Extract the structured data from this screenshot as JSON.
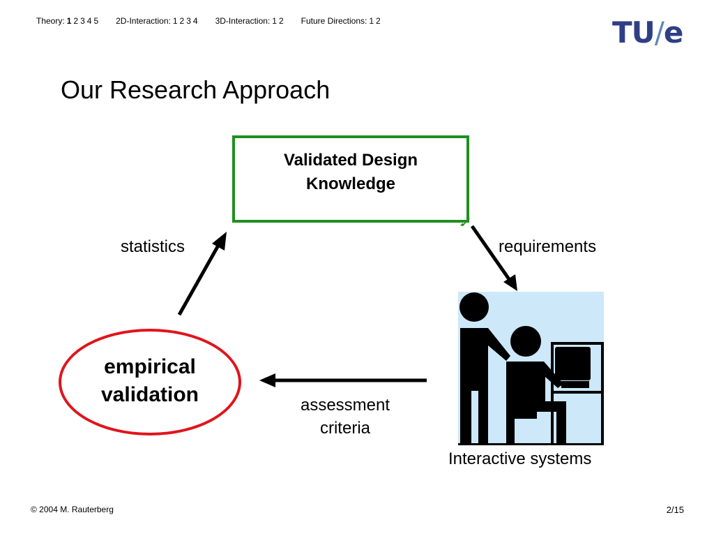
{
  "nav": [
    {
      "label": "Theory:",
      "items": [
        "1",
        "2",
        "3",
        "4",
        "5"
      ],
      "current": "1"
    },
    {
      "label": "2D-Interaction:",
      "items": [
        "1",
        "2",
        "3",
        "4"
      ],
      "current": null
    },
    {
      "label": "3D-Interaction:",
      "items": [
        "1",
        "2"
      ],
      "current": null
    },
    {
      "label": "Future Directions:",
      "items": [
        "1",
        "2"
      ],
      "current": null
    }
  ],
  "logo": {
    "left": "TU",
    "slash": "/",
    "right": "e"
  },
  "title": "Our Research Approach",
  "diagram": {
    "knowledge_box": "Validated Design Knowledge",
    "validation": "empirical validation",
    "statistics": "statistics",
    "requirements": "requirements",
    "assessment": "assessment criteria",
    "systems": "Interactive systems"
  },
  "footer": {
    "copyright": "© 2004 M. Rauterberg",
    "page": "2/15"
  },
  "colors": {
    "box_border": "#1f9020",
    "ellipse_border": "#e0141c",
    "logo": "#2e3f84",
    "logo_slash": "#5f86b8",
    "pictogram_background": "#cde8f8"
  },
  "icons": [
    "user-at-computer-icon"
  ]
}
